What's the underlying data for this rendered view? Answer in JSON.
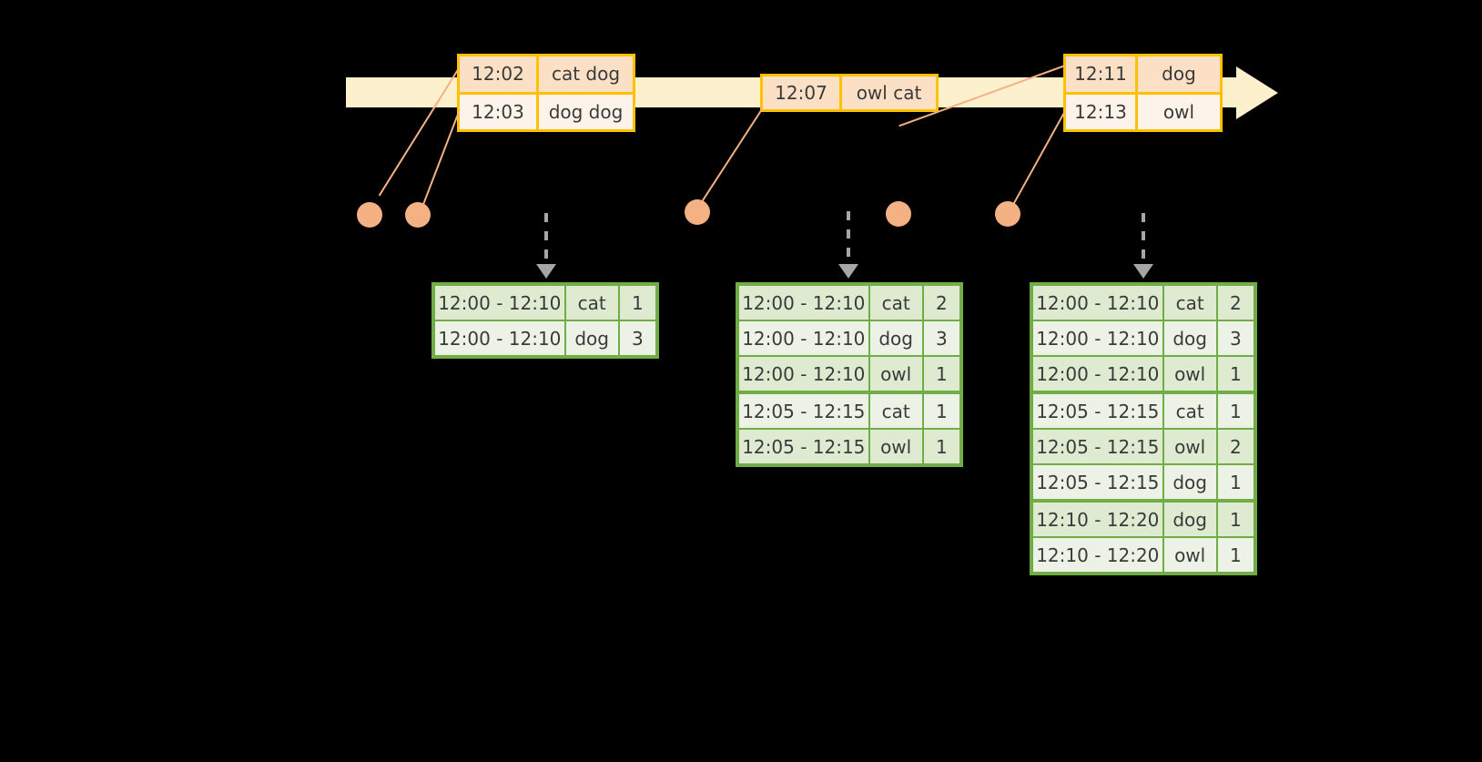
{
  "timeline": {
    "label": "event-time-axis",
    "band_color": "#FDF0CC",
    "arrow_direction": "right"
  },
  "events": [
    {
      "id": "event-box-1",
      "rows": [
        {
          "time": "12:02",
          "value": "cat dog"
        },
        {
          "time": "12:03",
          "value": "dog dog"
        }
      ]
    },
    {
      "id": "event-box-2",
      "rows": [
        {
          "time": "12:07",
          "value": "owl cat"
        }
      ]
    },
    {
      "id": "event-box-3",
      "rows": [
        {
          "time": "12:11",
          "value": "dog"
        },
        {
          "time": "12:13",
          "value": "owl"
        }
      ]
    }
  ],
  "markers": [
    {
      "id": "marker-1",
      "color": "#F4B183"
    },
    {
      "id": "marker-2",
      "color": "#F4B183"
    },
    {
      "id": "marker-3",
      "color": "#F4B183"
    },
    {
      "id": "marker-4",
      "color": "#F4B183"
    },
    {
      "id": "marker-5",
      "color": "#F4B183"
    }
  ],
  "tables": [
    {
      "id": "result-table-1",
      "border_color": "#70AD47",
      "rows": [
        {
          "window": "12:00 - 12:10",
          "key": "cat",
          "count": "1",
          "group": 1
        },
        {
          "window": "12:00 - 12:10",
          "key": "dog",
          "count": "3",
          "group": 1
        }
      ]
    },
    {
      "id": "result-table-2",
      "border_color": "#70AD47",
      "rows": [
        {
          "window": "12:00 - 12:10",
          "key": "cat",
          "count": "2",
          "group": 1
        },
        {
          "window": "12:00 - 12:10",
          "key": "dog",
          "count": "3",
          "group": 1
        },
        {
          "window": "12:00 - 12:10",
          "key": "owl",
          "count": "1",
          "group": 1
        },
        {
          "window": "12:05 - 12:15",
          "key": "cat",
          "count": "1",
          "group": 2
        },
        {
          "window": "12:05 - 12:15",
          "key": "owl",
          "count": "1",
          "group": 2
        }
      ]
    },
    {
      "id": "result-table-3",
      "border_color": "#70AD47",
      "rows": [
        {
          "window": "12:00 - 12:10",
          "key": "cat",
          "count": "2",
          "group": 1
        },
        {
          "window": "12:00 - 12:10",
          "key": "dog",
          "count": "3",
          "group": 1
        },
        {
          "window": "12:00 - 12:10",
          "key": "owl",
          "count": "1",
          "group": 1
        },
        {
          "window": "12:05 - 12:15",
          "key": "cat",
          "count": "1",
          "group": 2
        },
        {
          "window": "12:05 - 12:15",
          "key": "owl",
          "count": "2",
          "group": 2
        },
        {
          "window": "12:05 - 12:15",
          "key": "dog",
          "count": "1",
          "group": 2
        },
        {
          "window": "12:10 - 12:20",
          "key": "dog",
          "count": "1",
          "group": 3
        },
        {
          "window": "12:10 - 12:20",
          "key": "owl",
          "count": "1",
          "group": 3
        }
      ]
    }
  ]
}
